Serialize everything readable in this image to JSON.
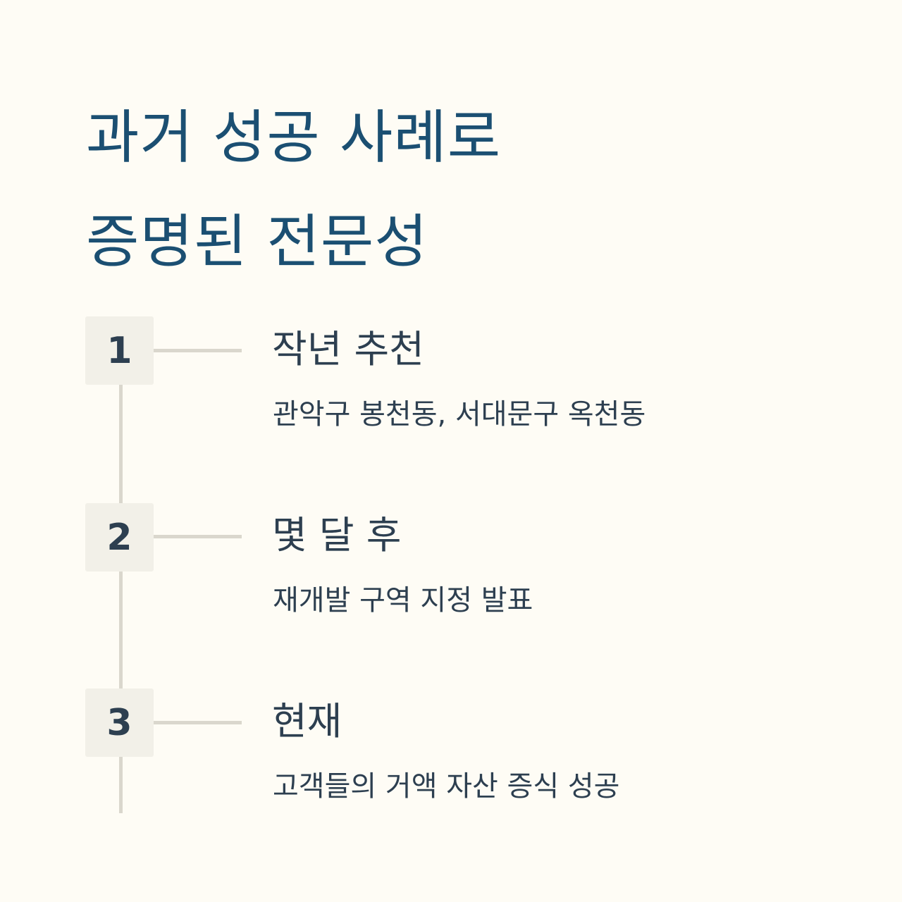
{
  "title": {
    "line1": "과거 성공 사례로",
    "line2": "증명된 전문성"
  },
  "colors": {
    "background": "#fefcf5",
    "title": "#1b4f72",
    "text": "#2d3f50",
    "badge_bg": "#f2f0e8",
    "connector": "#dad7cd"
  },
  "steps": [
    {
      "number": "1",
      "title": "작년 추천",
      "description": "관악구 봉천동, 서대문구 옥천동"
    },
    {
      "number": "2",
      "title": "몇 달 후",
      "description": "재개발 구역 지정 발표"
    },
    {
      "number": "3",
      "title": "현재",
      "description": "고객들의 거액 자산 증식 성공"
    }
  ]
}
